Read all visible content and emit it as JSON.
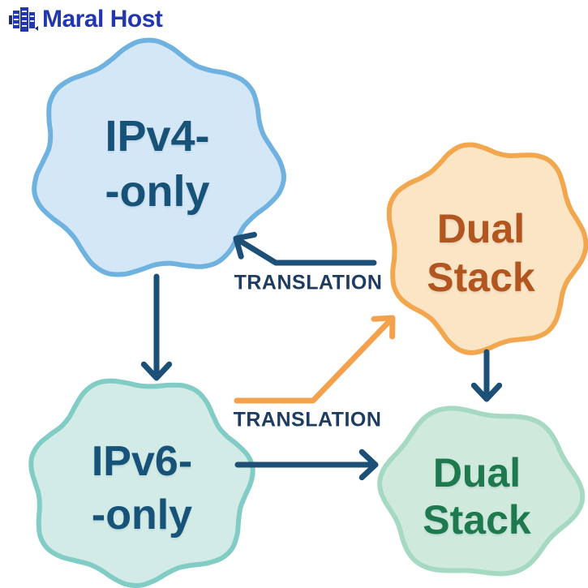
{
  "logo": {
    "text": "Maral Host",
    "icon": "buildings-icon"
  },
  "nodes": {
    "ipv4": {
      "line1": "IPv4-",
      "line2": "-only"
    },
    "dual_stack_top": {
      "line1": "Dual",
      "line2": "Stack"
    },
    "ipv6": {
      "line1": "IPv6-",
      "line2": "-only"
    },
    "dual_stack_bottom": {
      "line1": "Dual",
      "line2": "Stack"
    }
  },
  "labels": {
    "translation_top": "TRANSLATION",
    "translation_bottom": "TRANSLATION"
  },
  "colors": {
    "background": "#ffffff",
    "logo_blue": "#2236b2",
    "logo_navy": "#1b2d7e",
    "arrow_navy": "#1d5077",
    "arrow_orange": "#f4a14d",
    "label_navy": "#1d3c60",
    "node_text_navy": "#175379",
    "dual_text_orange": "#b2551f",
    "dual_text_green": "#1e7a4e",
    "ipv4_fill": "#d4e7f6",
    "ipv4_stroke": "#6fb2df",
    "dual_top_fill": "#fbe5c5",
    "dual_top_stroke": "#f2a64e",
    "ipv6_fill": "#d2ebe7",
    "ipv6_stroke": "#81ccc4",
    "dual_bottom_fill": "#cfeadd",
    "dual_bottom_stroke": "#a6d9c2"
  }
}
